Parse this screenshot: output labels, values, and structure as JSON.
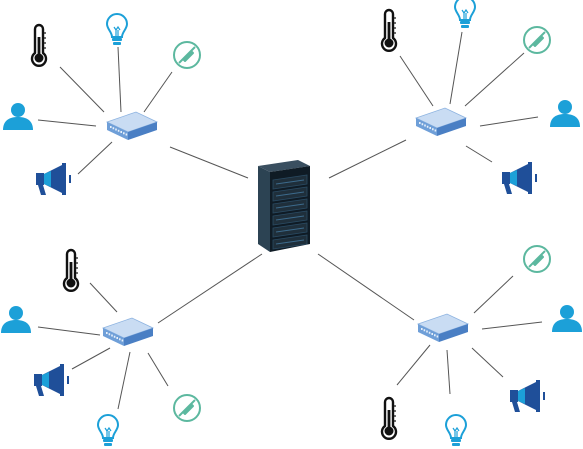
{
  "diagram": {
    "center": {
      "kind": "server-rack"
    },
    "clusters": [
      {
        "id": "top-left",
        "hub": "network-switch",
        "devices": [
          "thermometer",
          "lightbulb",
          "sensor",
          "user",
          "megaphone"
        ]
      },
      {
        "id": "top-right",
        "hub": "network-switch",
        "devices": [
          "thermometer",
          "lightbulb",
          "sensor",
          "user",
          "megaphone"
        ]
      },
      {
        "id": "bottom-left",
        "hub": "network-switch",
        "devices": [
          "thermometer",
          "user",
          "megaphone",
          "lightbulb",
          "sensor"
        ]
      },
      {
        "id": "bottom-right",
        "hub": "network-switch",
        "devices": [
          "sensor",
          "user",
          "megaphone",
          "lightbulb",
          "thermometer"
        ]
      }
    ]
  },
  "colors": {
    "line": "#555555",
    "icon_blue": "#1ca0d8",
    "megaphone_dark": "#1f4f99",
    "sensor_teal": "#5cb89f",
    "thermometer": "#111111",
    "switch_top": "#c9dcf3",
    "switch_side": "#6f9fd8",
    "server_dark": "#1f2f3b"
  }
}
